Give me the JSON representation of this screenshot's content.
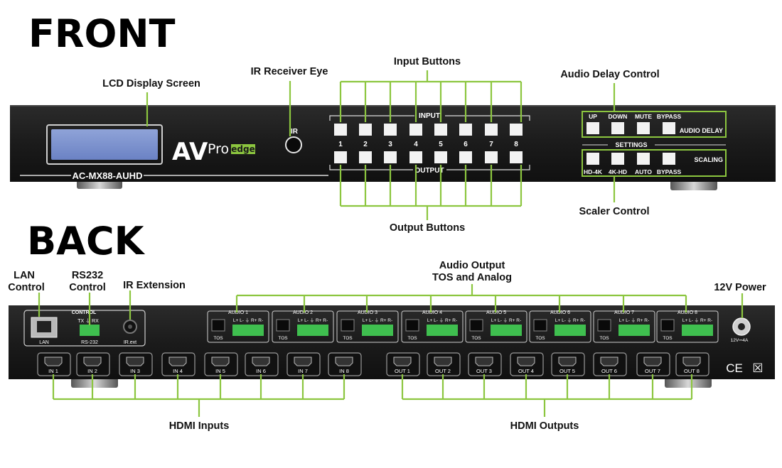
{
  "headings": {
    "front": "FRONT",
    "back": "BACK"
  },
  "front": {
    "model": "AC-MX88-AUHD",
    "logo": {
      "av": "AV",
      "pro": "Pro",
      "edge": "edge"
    },
    "ir_label": "IR",
    "input_label": "INPUT",
    "output_label": "OUTPUT",
    "numbers": [
      "1",
      "2",
      "3",
      "4",
      "5",
      "6",
      "7",
      "8"
    ],
    "audio_delay": {
      "buttons": [
        "UP",
        "DOWN",
        "MUTE",
        "BYPASS"
      ],
      "label": "AUDIO DELAY"
    },
    "settings_label": "SETTINGS",
    "scaling": {
      "buttons": [
        "HD-4K",
        "4K-HD",
        "AUTO",
        "BYPASS"
      ],
      "label": "SCALING"
    }
  },
  "back": {
    "control_label": "CONTROL",
    "lan_port": "LAN",
    "rs232_port": "RS-232",
    "rs232_pins": "TX ⏚ RX",
    "ir_port": "IR.ext",
    "audio_modules": [
      "AUDIO 1",
      "AUDIO 2",
      "AUDIO 3",
      "AUDIO 4",
      "AUDIO 5",
      "AUDIO 6",
      "AUDIO 7",
      "AUDIO 8"
    ],
    "audio_pins": "L+ L- ⏚ R+ R-",
    "tos": "TOS",
    "hdmi_inputs": [
      "IN 1",
      "IN 2",
      "IN 3",
      "IN 4",
      "IN 5",
      "IN 6",
      "IN 7",
      "IN 8"
    ],
    "hdmi_outputs": [
      "OUT 1",
      "OUT 2",
      "OUT 3",
      "OUT 4",
      "OUT 5",
      "OUT 6",
      "OUT 7",
      "OUT 8"
    ],
    "power_rating": "12V⎓4A",
    "ce_mark": "CE",
    "weee_mark": "☒"
  },
  "callouts": {
    "lcd": "LCD Display Screen",
    "ir_eye": "IR Receiver Eye",
    "input_buttons": "Input Buttons",
    "audio_delay": "Audio Delay Control",
    "output_buttons": "Output Buttons",
    "scaler": "Scaler Control",
    "lan_1": "LAN",
    "lan_2": "Control",
    "rs232_1": "RS232",
    "rs232_2": "Control",
    "ir_ext": "IR Extension",
    "audio_out_1": "Audio Output",
    "audio_out_2": "TOS and Analog",
    "power": "12V Power",
    "hdmi_in": "HDMI Inputs",
    "hdmi_out": "HDMI Outputs"
  },
  "colors": {
    "callout_line": "#8cc63f",
    "chassis": "#1d1d1d",
    "terminal": "#3fbf4f"
  }
}
